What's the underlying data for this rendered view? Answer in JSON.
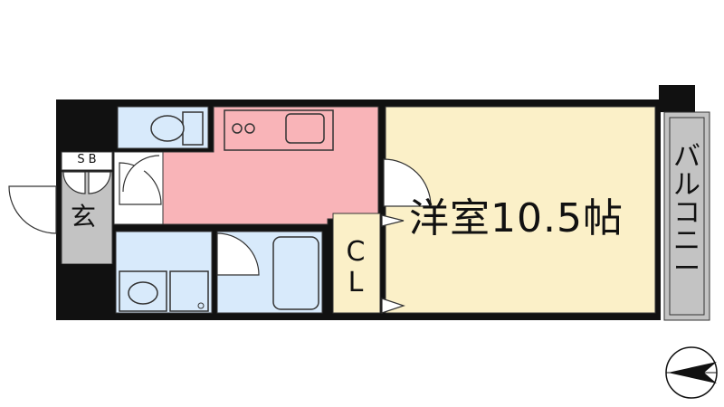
{
  "labels": {
    "western_room": "洋室10.5帖",
    "entrance": "玄",
    "shoe_box": "SB",
    "closet_c": "C",
    "closet_l": "L",
    "balcony": [
      "バ",
      "ル",
      "コ",
      "ニ",
      "ー"
    ]
  },
  "compass": {
    "points": "west"
  },
  "colors": {
    "wall": "#111111",
    "western_room": "#fbf0c8",
    "kitchen": "#f9b4b8",
    "wet_area": "#d8eafb",
    "entrance_floor": "#c3c3c3",
    "balcony": "#c3c3c3",
    "closet": "#fbf0c8"
  }
}
